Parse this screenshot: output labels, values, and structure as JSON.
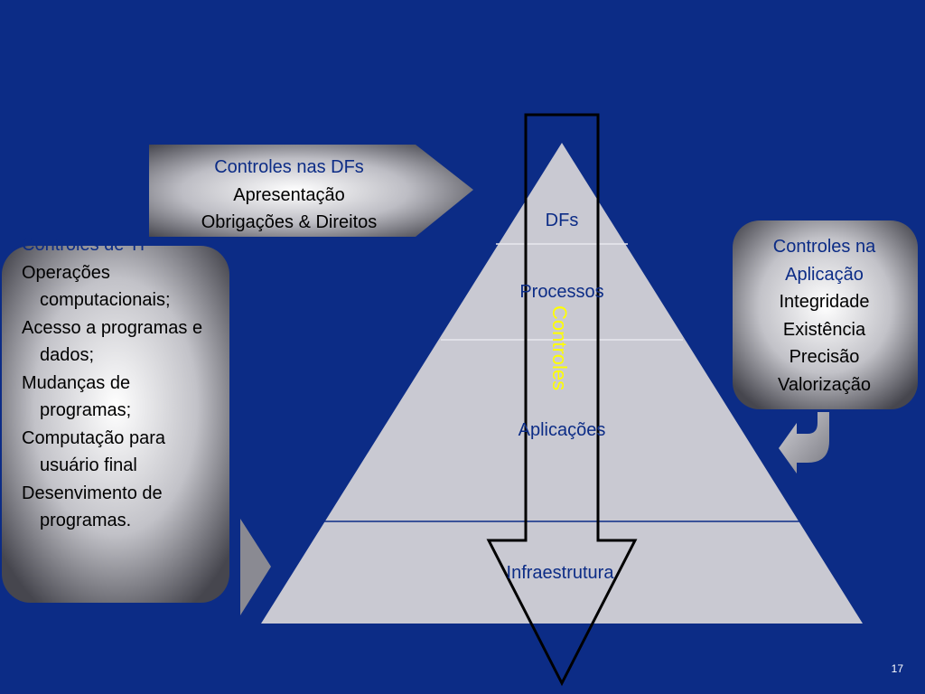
{
  "pyramid": {
    "tiers": [
      "DFs",
      "Processos",
      "Aplicações",
      "Infraestrutura"
    ],
    "arrow_label": "Controles"
  },
  "box_dfs": {
    "title": "Controles nas DFs",
    "lines": [
      "Apresentação",
      "Obrigações & Direitos"
    ]
  },
  "box_ti": {
    "title": "Controles de TI",
    "items": [
      "Operações computacionais;",
      "Acesso a programas e dados;",
      "Mudanças de programas;",
      "Computação para usuário final",
      "Desenvimento de programas."
    ]
  },
  "box_app": {
    "title_line1": "Controles na",
    "title_line2": "Aplicação",
    "lines": [
      "Integridade",
      "Existência",
      "Precisão",
      "Valorização"
    ]
  },
  "page_number": "17",
  "colors": {
    "background": "#0c2c86",
    "pyramid": "#c9c9d2",
    "title_text": "#0c2c86",
    "arrow_label": "#ffff00"
  }
}
